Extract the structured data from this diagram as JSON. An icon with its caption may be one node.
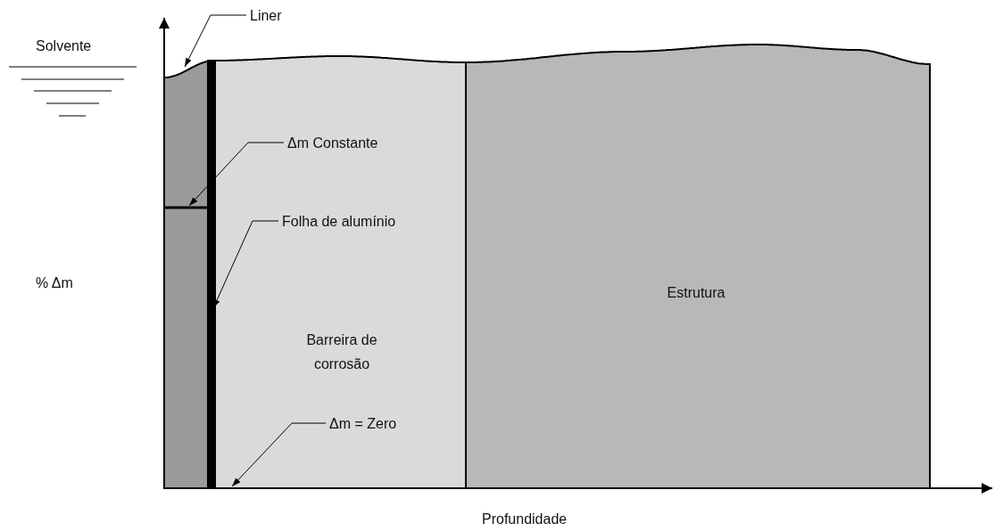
{
  "diagram": {
    "nodes": [
      {
        "text": [
          "Liner"
        ]
      },
      {
        "text": [],
        "shape": "box"
      },
      {
        "text": [
          "Δm Constante"
        ],
        "in": 5
      },
      {
        "text": [
          "Folha de alumínio"
        ],
        "in": 5
      },
      {
        "text": [],
        "shape": "bar"
      },
      {
        "text": [
          "Barreira de corrosão"
        ]
      },
      {
        "text": [
          "Δm = Zero"
        ],
        "in": 5
      },
      {
        "text": [
          "Estrutura"
        ]
      }
    ],
    "edges": [
      {
        "from": 0,
        "to": 1,
        "arrow": "to"
      },
      {
        "from": 2,
        "to": 1,
        "arrow": "to"
      },
      {
        "from": 3,
        "to": 4,
        "arrow": "to"
      },
      {
        "from": 6,
        "to": 5,
        "arrow": "to"
      }
    ],
    "labels": [
      "Solvente",
      "% Δm",
      "Profundidade"
    ]
  }
}
